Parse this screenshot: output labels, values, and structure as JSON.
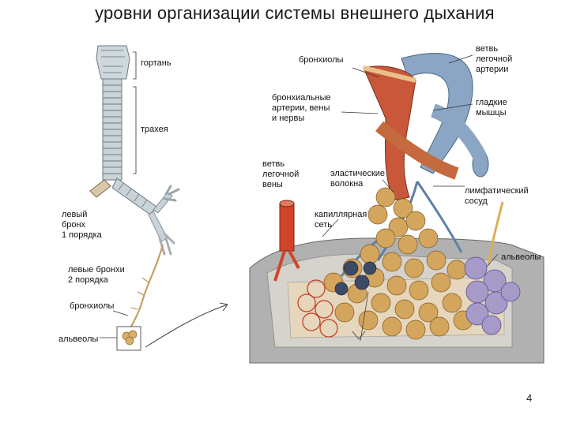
{
  "slide": {
    "title": "уровни организации системы внешнего дыхания",
    "page_number": "4"
  },
  "left_labels": {
    "larynx": "гортань",
    "trachea": "трахея",
    "left_bronchus_1": [
      "левый",
      "бронх",
      "1 порядка"
    ],
    "left_bronchi_2": [
      "левые бронхи",
      "2 порядка"
    ],
    "bronchioles": "бронхиолы",
    "alveoli": "альвеолы"
  },
  "right_labels": {
    "bronchioles": "бронхиолы",
    "pulmonary_artery_branch": [
      "ветвь",
      "легочной",
      "артерии"
    ],
    "bronchial_vessels": [
      "бронхиальные",
      "артерии, вены",
      "и нервы"
    ],
    "smooth_muscles": [
      "гладкие",
      "мышцы"
    ],
    "pulmonary_vein_branch": [
      "ветвь",
      "легочной",
      "вены"
    ],
    "elastic_fibers": [
      "эластические",
      "волокна"
    ],
    "lymphatic_vessel": [
      "лимфатический",
      "сосуд"
    ],
    "capillary_network": [
      "капиллярная",
      "сеть"
    ],
    "alveoli": "альвеолы"
  },
  "colors": {
    "cartilage": "#c9d3d8",
    "artery_blue": "#8aa6c4",
    "vein_red": "#d0452a",
    "alveoli_tan": "#c89a55",
    "lymph_purple": "#a59ac8",
    "tissue_grey": "#a9a9a9"
  }
}
